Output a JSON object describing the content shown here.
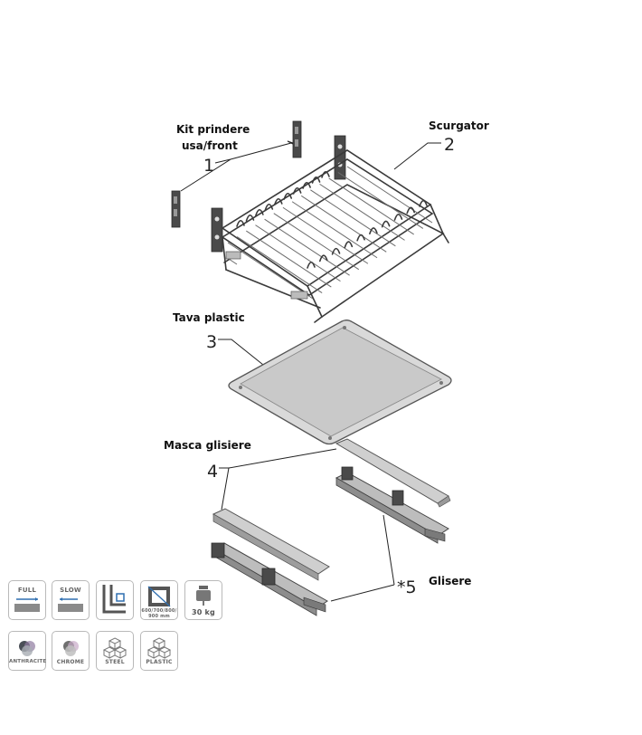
{
  "labels": {
    "kit": "Kit prindere",
    "kit_line2": "usa/front",
    "scurgator": "Scurgator",
    "tava": "Tava plastic",
    "masca": "Masca glisiere",
    "glisere": "Glisere"
  },
  "numbers": {
    "n1": "1",
    "n2": "2",
    "n3": "3",
    "n4": "4",
    "n5": "*5"
  },
  "badges": {
    "full": "FULL",
    "slow": "SLOW",
    "sizes_line1": "600/700/800/",
    "sizes_line2": "900 mm",
    "weight": "30 kg",
    "anthracite": "ANTHRACITE",
    "chrome": "CHROME",
    "steel": "STEEL",
    "plastic": "PLASTIC"
  },
  "colors": {
    "anthracite": "#4a4f57",
    "chrome": "#a8adb3",
    "badge_border": "#b9b9b9",
    "badge_text": "#666666"
  }
}
